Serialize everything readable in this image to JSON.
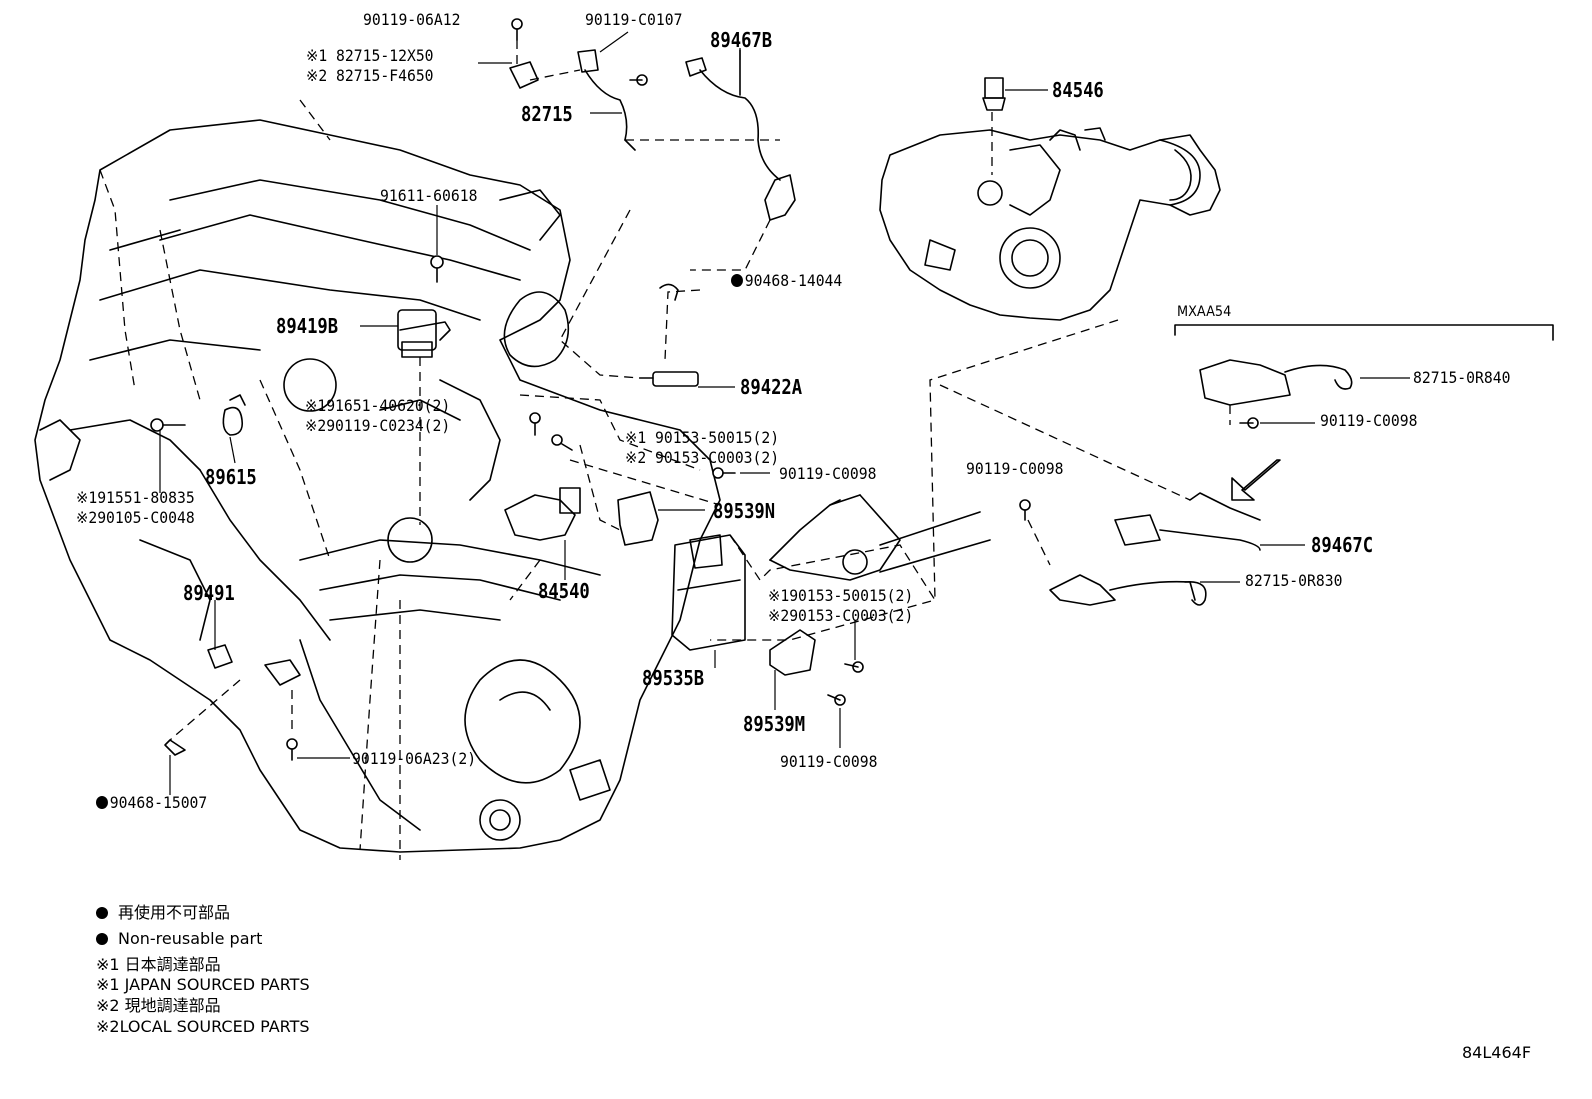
{
  "diagram": {
    "labels": {
      "p90119_06A12": "90119-06A12",
      "p82715_12X50": "※1 82715-12X50",
      "p82715_F4650": "※2 82715-F4650",
      "p90119_C0107": "90119-C0107",
      "p82715_top": "82715",
      "p89467B": "89467B",
      "p84546": "84546",
      "p91611": "91611-60618",
      "p90468_14044": "90468-14044",
      "p89419B": "89419B",
      "p89422A": "89422A",
      "mxaa54": "MXAA54",
      "p82715_0R840": "82715-0R840",
      "p90119_C0098_r": "90119-C0098",
      "p91651": "※191651-40620(2)",
      "p90119_C0234": "※290119-C0234(2)",
      "p90153_50015_a": "※1 90153-50015(2)",
      "p90153_C0003_a": "※2 90153-C0003(2)",
      "p89615": "89615",
      "p90119_C0098_m": "90119-C0098",
      "p90119_C0098_c": "90119-C0098",
      "p91551": "※191551-80835",
      "p90105": "※290105-C0048",
      "p89539N": "89539N",
      "p89467C": "89467C",
      "p82715_0R830": "82715-0R830",
      "p84540": "84540",
      "p89491": "89491",
      "p90153_50015_b": "※190153-50015(2)",
      "p90153_C0003_b": "※290153-C0003(2)",
      "p89535B": "89535B",
      "p89539M": "89539M",
      "p90119_06A23": "90119-06A23(2)",
      "p90119_C0098_b": "90119-C0098",
      "p90468_15007": "90468-15007"
    },
    "legend": {
      "nonreusable_jp": "再使用不可部品",
      "nonreusable_en": "Non-reusable part",
      "japan_jp": "※1 日本調達部品",
      "japan_en": "※1 JAPAN SOURCED PARTS",
      "local_jp": "※2 現地調達部品",
      "local_en": "※2LOCAL SOURCED PARTS"
    },
    "drawing_code": "84L464F"
  }
}
